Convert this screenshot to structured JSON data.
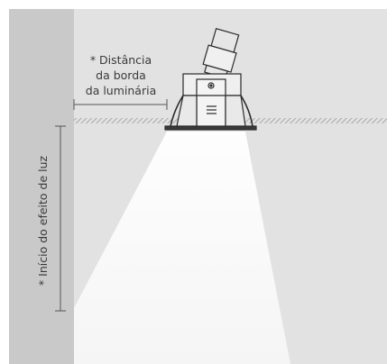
{
  "labels": {
    "distance_line1": "* Distância",
    "distance_line2": "da borda",
    "distance_line3": "da luminária",
    "light_start": "* Início do efeito de luz"
  },
  "colors": {
    "background": "#ffffff",
    "wall": "#c9c9c9",
    "room": "#e2e2e2",
    "ceiling_hatch": "#9a9a9a",
    "beam": "#f4f4f4",
    "fixture_fill": "#efefef",
    "fixture_stroke": "#2a2a2a",
    "dimension_line": "#555555"
  },
  "icons": {
    "fixture": "recessed-directional-spotlight-icon"
  }
}
